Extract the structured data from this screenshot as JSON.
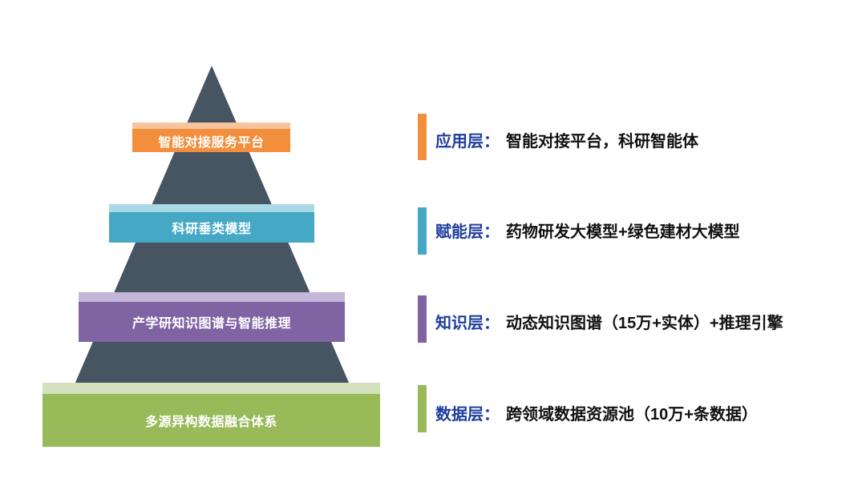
{
  "pyramid": {
    "color": "#475563",
    "layers": [
      {
        "label": "智能对接服务平台",
        "color": "#f28e3c",
        "light": "#f8c49a"
      },
      {
        "label": "科研垂类模型",
        "color": "#45a9c6",
        "light": "#a9d8e6"
      },
      {
        "label": "产学研知识图谱与智能推理",
        "color": "#7f63a3",
        "light": "#c4b7d9"
      },
      {
        "label": "多源异构数据融合体系",
        "color": "#98ba59",
        "light": "#d3e2bd"
      }
    ]
  },
  "legend": [
    {
      "title": "应用层：",
      "desc": "智能对接平台，科研智能体",
      "color": "#f28e3c"
    },
    {
      "title": "赋能层：",
      "desc": "药物研发大模型+绿色建材大模型",
      "color": "#45a9c6"
    },
    {
      "title": "知识层：",
      "desc": "动态知识图谱（15万+实体）+推理引擎",
      "color": "#7f63a3"
    },
    {
      "title": "数据层：",
      "desc": "跨领域数据资源池（10万+条数据）",
      "color": "#98ba59"
    }
  ]
}
